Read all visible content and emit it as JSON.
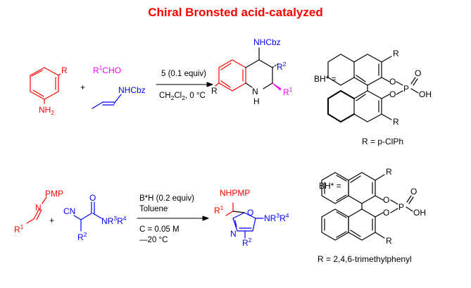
{
  "title": "Chiral Bronsted acid-catalyzed",
  "reaction1": {
    "aniline": {
      "substituent": "R",
      "amine": "NH2"
    },
    "plus": "+",
    "aldehyde": "R1CHO",
    "enecarbamate": "NHCbz",
    "conditions_top": "5 (0.1 equiv)",
    "conditions_bottom": "CH2Cl2, 0 °C",
    "product": {
      "nhcbz": "NHCbz",
      "r2": "R2",
      "r": "R",
      "nh": "N H",
      "r1": "R1"
    },
    "catalyst": {
      "label": "BH* =",
      "r_top": "R",
      "r_bottom": "R",
      "o1": "O",
      "o2": "O",
      "p": "P",
      "o_dbl": "O",
      "oh": "OH",
      "r_def": "R = p-ClPh"
    }
  },
  "reaction2": {
    "imine": {
      "n": "N",
      "pmp": "PMP",
      "r1": "R1"
    },
    "plus": "+",
    "isocyanide": {
      "cn": "CN",
      "r2": "R2",
      "o": "O",
      "amide": "NR3R4"
    },
    "conditions": [
      "B*H (0.2 equiv)",
      "Toluene",
      "C = 0.05 M",
      "—20 °C"
    ],
    "product": {
      "nhpmp": "NHPMP",
      "r1": "R1",
      "o": "O",
      "n": "N",
      "amine": "NR3R4",
      "r2": "R2"
    },
    "catalyst": {
      "label": "BH* =",
      "r_top": "R",
      "r_bottom": "R",
      "o1": "O",
      "o2": "O",
      "p": "P",
      "o_dbl": "O",
      "oh": "OH",
      "r_def": "R = 2,4,6-trimethylphenyl"
    }
  }
}
